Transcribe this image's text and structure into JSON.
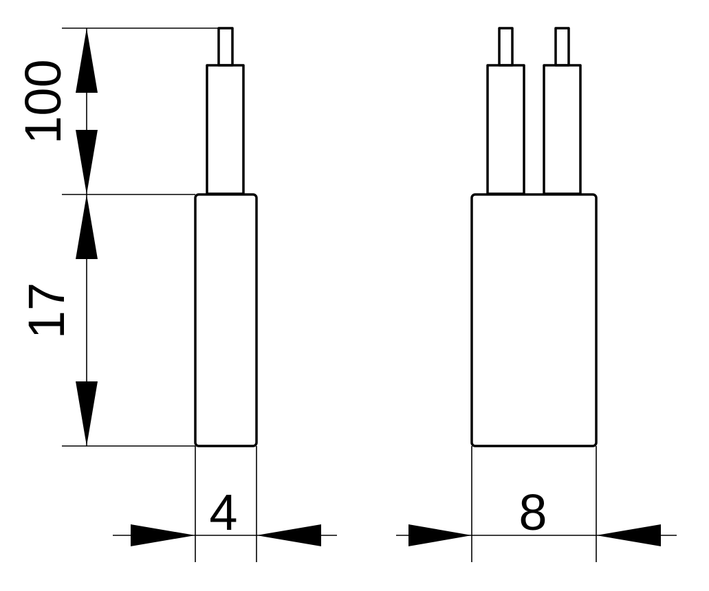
{
  "drawing": {
    "side_view": {
      "height_lead": "100",
      "height_body": "17",
      "width": "4"
    },
    "front_view": {
      "width": "8"
    }
  }
}
